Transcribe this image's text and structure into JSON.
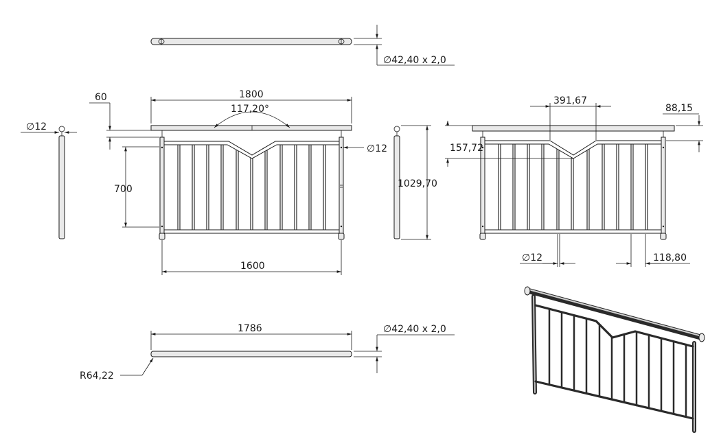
{
  "dimensions": {
    "tube_top": "∅42,40 x 2,0",
    "tube_bottom": "∅42,40 x 2,0",
    "diam_post_left": "∅12",
    "diam_post_right": "∅12",
    "diam_bottom": "∅12",
    "length_top": "1800",
    "offset_60": "60",
    "angle": "117,20°",
    "height_700": "700",
    "width_1600": "1600",
    "height_total": "1029,70",
    "span_39167": "391,67",
    "offset_8815": "88,15",
    "drop_15772": "157,72",
    "spacing_11880": "118,80",
    "length_1786": "1786",
    "radius": "R64,22"
  },
  "icons": {
    "iso_view": "railing-3d-icon",
    "side_view": "post-side-view"
  }
}
